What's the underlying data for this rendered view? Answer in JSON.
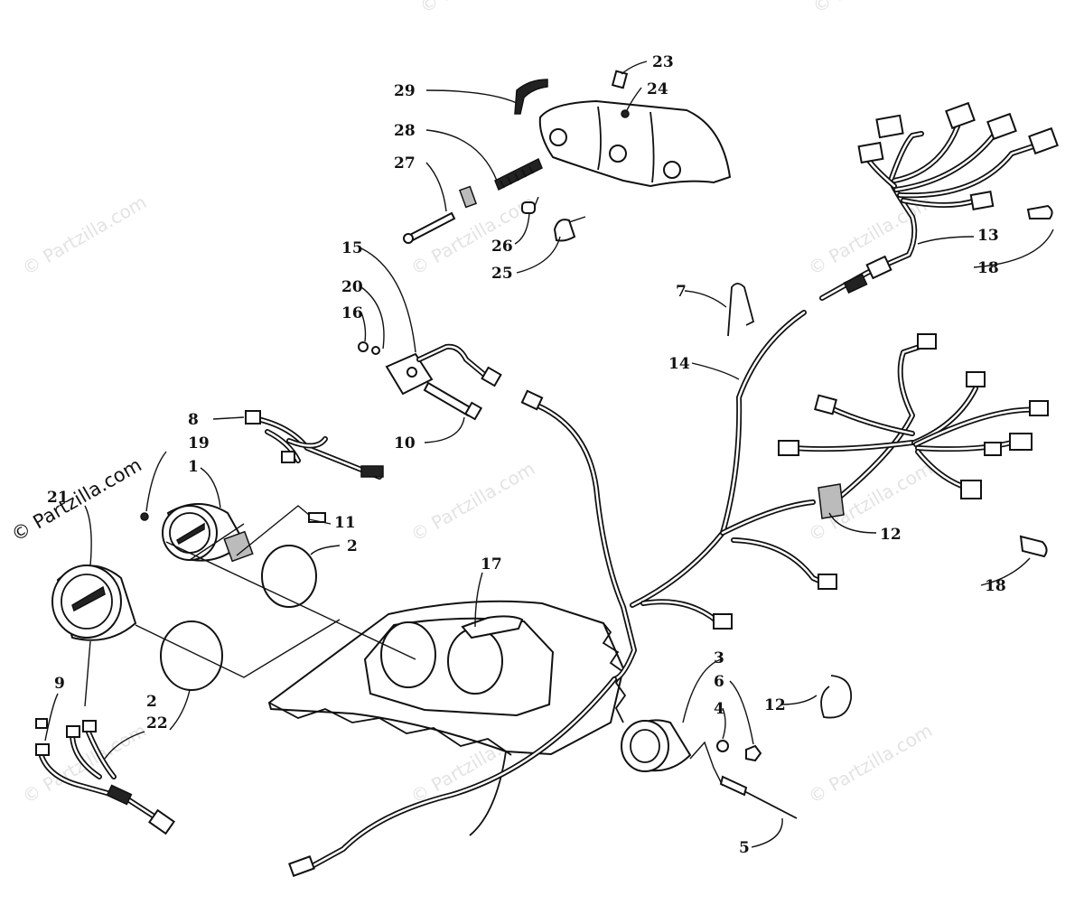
{
  "watermark": {
    "text": "© Partzilla.com",
    "side_text": "© Partzilla.com"
  },
  "callouts": {
    "c1": "1",
    "c2a": "2",
    "c2b": "2",
    "c3": "3",
    "c4": "4",
    "c5": "5",
    "c6": "6",
    "c7": "7",
    "c8": "8",
    "c9": "9",
    "c10": "10",
    "c11": "11",
    "c12a": "12",
    "c12b": "12",
    "c13": "13",
    "c14": "14",
    "c15": "15",
    "c16": "16",
    "c17": "17",
    "c18a": "18",
    "c18b": "18",
    "c19": "19",
    "c20": "20",
    "c21": "21",
    "c22": "22",
    "c23": "23",
    "c24": "24",
    "c25": "25",
    "c26": "26",
    "c27": "27",
    "c28": "28",
    "c29": "29"
  }
}
